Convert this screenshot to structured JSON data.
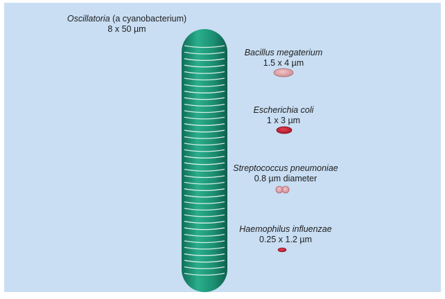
{
  "organisms": [
    {
      "genus_species": "Oscillatoria",
      "note": "(a cyanobacterium)",
      "size": "8 x 50 µm"
    },
    {
      "genus_species": "Bacillus megaterium",
      "size": "1.5 x 4 µm"
    },
    {
      "genus_species": "Escherichia coli",
      "size": "1 x 3 µm"
    },
    {
      "genus_species": "Streptococcus pneumoniae",
      "size": "0.8 µm diameter"
    },
    {
      "genus_species": "Haemophilus influenzae",
      "size": "0.25 x 1.2 µm"
    }
  ],
  "colors": {
    "background": "#c9def3",
    "oscillatoria": "#1e9a7d",
    "bacillus": "#e0a4aa",
    "ecoli": "#c81e34",
    "streptococcus": "#e1a3aa",
    "haemophilus": "#c0243a"
  }
}
